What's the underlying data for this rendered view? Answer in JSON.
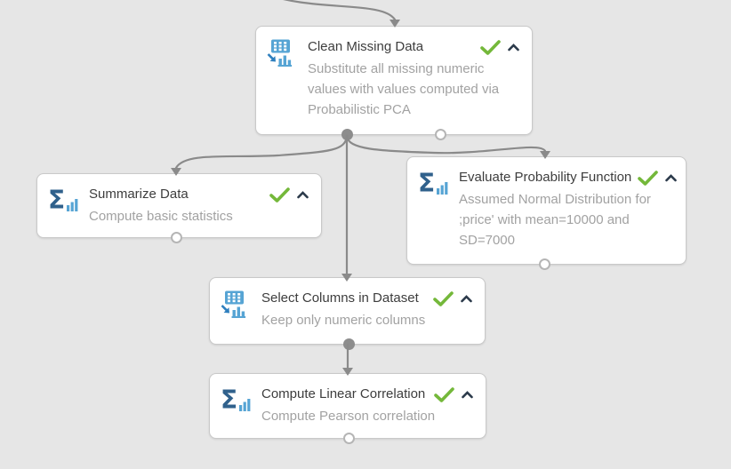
{
  "canvas": {
    "type": "ml-experiment-canvas"
  },
  "colors": {
    "canvas_bg": "#e6e6e6",
    "node_bg": "#ffffff",
    "node_border": "#c9c9c9",
    "title_text": "#3d3d3d",
    "description_text": "#a2a2a2",
    "check_green": "#74b83a",
    "chevron_dark": "#2b3a4a",
    "edge_gray": "#8a8a8a",
    "port_fill": "#8d8d8d",
    "port_ring": "#b5b5b5",
    "icon_blue": "#56a4d4",
    "icon_dark_steel": "#30618c",
    "icon_arrow_blue": "#2e7fbe"
  },
  "icons": {
    "sigma_glyph": "Σ"
  },
  "nodes": [
    {
      "id": "clean-missing-data",
      "title": "Clean Missing Data",
      "description": "Substitute all missing numeric values with values computed via Probabilistic PCA",
      "icon": "data-transformation-icon",
      "status": "succeeded",
      "output_ports": [
        "connected",
        "free"
      ]
    },
    {
      "id": "summarize-data",
      "title": "Summarize Data",
      "description": "Compute basic statistics",
      "icon": "statistics-sigma-icon",
      "status": "succeeded",
      "output_ports": [
        "free"
      ]
    },
    {
      "id": "evaluate-probability-function",
      "title": "Evaluate Probability Function",
      "description": "Assumed Normal Distribution for ;price' with mean=10000 and SD=7000",
      "icon": "statistics-sigma-icon",
      "status": "succeeded",
      "output_ports": [
        "free"
      ]
    },
    {
      "id": "select-columns-in-dataset",
      "title": "Select Columns in Dataset",
      "description": "Keep only numeric columns",
      "icon": "data-transformation-icon",
      "status": "succeeded",
      "output_ports": [
        "connected"
      ]
    },
    {
      "id": "compute-linear-correlation",
      "title": "Compute Linear Correlation",
      "description": "Compute Pearson correlation",
      "icon": "statistics-sigma-icon",
      "status": "succeeded",
      "output_ports": [
        "free"
      ]
    }
  ],
  "edges": [
    {
      "from": "offscreen-above",
      "to": "clean-missing-data"
    },
    {
      "from": "clean-missing-data",
      "to": "summarize-data"
    },
    {
      "from": "clean-missing-data",
      "to": "select-columns-in-dataset"
    },
    {
      "from": "clean-missing-data",
      "to": "evaluate-probability-function"
    },
    {
      "from": "select-columns-in-dataset",
      "to": "compute-linear-correlation"
    }
  ]
}
